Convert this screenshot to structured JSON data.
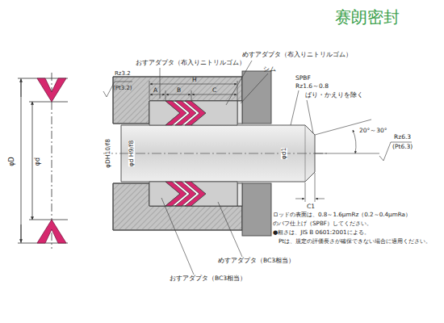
{
  "diagram": {
    "labels": [
      "赛朗密封",
      "Rz3.2",
      "(Pt3.2)",
      "おすアダプタ（布入りニトリルゴム）",
      "めすアダプタ（布入りニトリルゴム）",
      "シム",
      "A",
      "B",
      "H",
      "C",
      "SPBF",
      "Rz1.6～0.8",
      "ばり・かえりを除く",
      "20°～30°",
      "Rz6.3",
      "(Pt6.3)",
      "φD",
      "φd",
      "φDH10/f8",
      "φd H9/f8",
      "φd1",
      "C1",
      "めすアダプタ（BC3相当）",
      "おすアダプタ（BC3相当）",
      "ロッドの表面は、0.8～1.6μmRz（0.2～0.4μmRa）",
      "のバフ仕上げ（SPBF）してください。",
      "●粗さは、JIS B 0601:2001による。",
      "Ptは、規定の評価長さが確保できない場合に適用ください。"
    ]
  }
}
